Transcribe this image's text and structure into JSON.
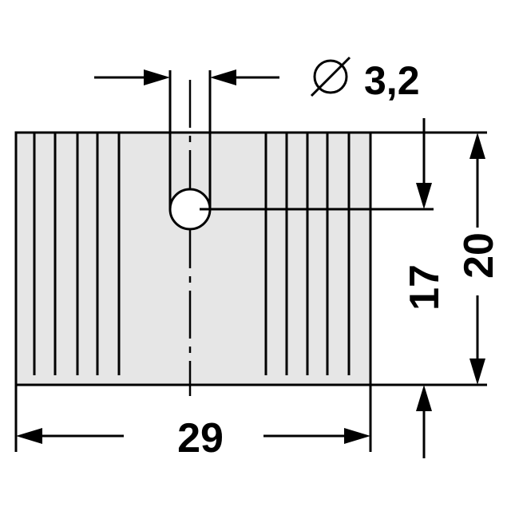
{
  "diagram": {
    "colors": {
      "body_fill": "#e6e6e6",
      "ink": "#000000",
      "background": "#ffffff"
    },
    "dimensions": {
      "hole_symbol": "⌀",
      "hole_value": "3,2",
      "width": "29",
      "hole_height": "17",
      "total_height": "20"
    }
  }
}
